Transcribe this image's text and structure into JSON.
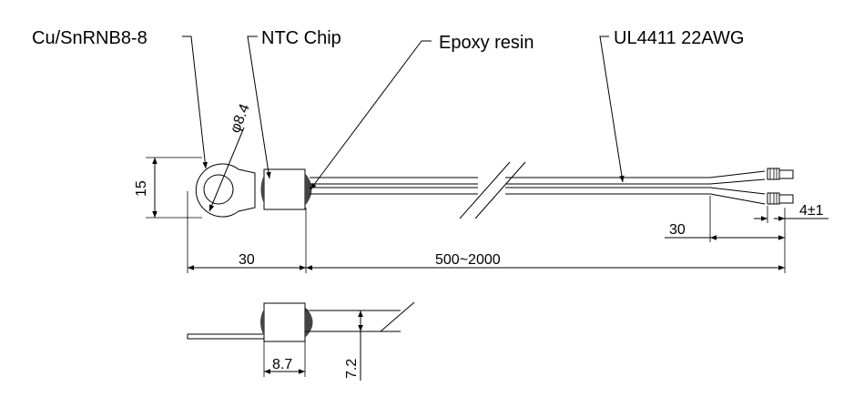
{
  "callouts": {
    "terminal_material": "Cu/SnRNB8-8",
    "chip": "NTC Chip",
    "coating": "Epoxy resin",
    "wire": "UL4411 22AWG"
  },
  "dimensions": {
    "hole_diameter": "φ8.4",
    "ring_height": "15",
    "body_length": "30",
    "lead_length": "500~2000",
    "strip_length": "30",
    "tin_length": "4±1",
    "body_width": "8.7",
    "body_thickness": "7.2"
  },
  "colors": {
    "line": "#000000",
    "fill": "#ffffff",
    "epoxy": "#444444"
  }
}
